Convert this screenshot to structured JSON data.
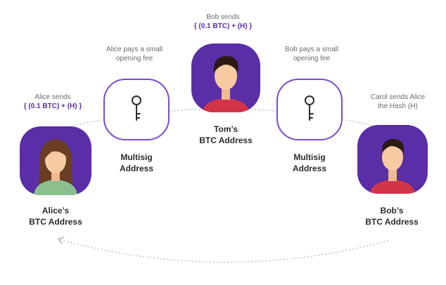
{
  "colors": {
    "purple": "#5a2ea6",
    "purple_dark": "#4a2390",
    "ring": "#7a4cc9",
    "text": "#2b2b2b",
    "note": "#6b6b6b",
    "skin": "#f7caa2",
    "hair": "#2b1b14",
    "shirt_red": "#d2344a",
    "shirt_green": "#8bbf8e",
    "dotted_path": "#b8b8b8"
  },
  "icons": [
    "key-icon",
    "person-avatar"
  ],
  "nodes": {
    "alice": {
      "title_line1": "Alice’s",
      "title_line2": "BTC Address"
    },
    "multisig_left": {
      "title_line1": "Multisig",
      "title_line2": "Address"
    },
    "tom": {
      "title_line1": "Tom’s",
      "title_line2": "BTC Address"
    },
    "multisig_right": {
      "title_line1": "Multisig",
      "title_line2": "Address"
    },
    "bob": {
      "title_line1": "Bob’s",
      "title_line2": "BTC Address"
    }
  },
  "annotations": {
    "alice_sends": {
      "line1": "Alice sends",
      "line2": "{ (0.1 BTC) + (H) }"
    },
    "alice_fee": {
      "line1": "Alice pays a small",
      "line2": "opening fee"
    },
    "bob_sends": {
      "line1": "Bob sends",
      "line2": "{ (0.1 BTC) + (H) }"
    },
    "bob_fee": {
      "line1": "Bob pays a small",
      "line2": "opening fee"
    },
    "carol_sends": {
      "line1": "Carol sends Alice",
      "line2": "the Hash (H)"
    }
  }
}
